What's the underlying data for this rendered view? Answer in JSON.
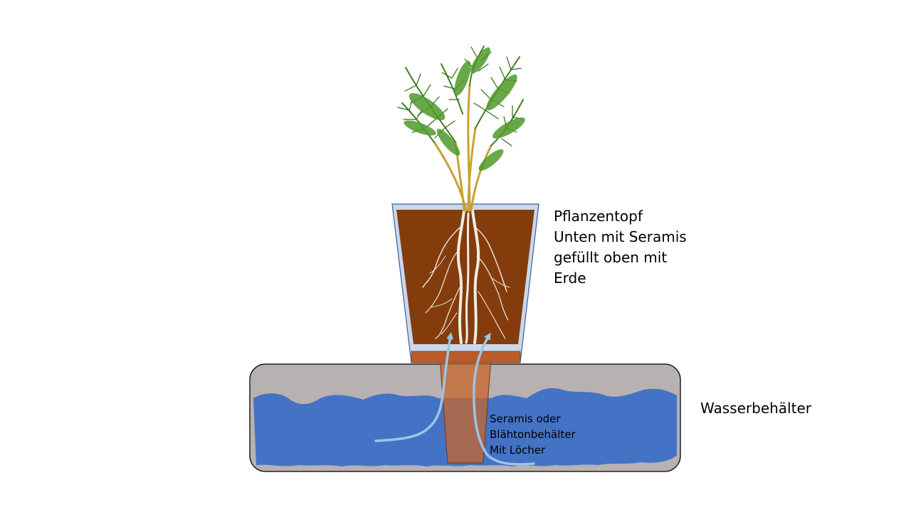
{
  "labels": {
    "pot": {
      "line1": "Pflanzentopf",
      "line2": "Unten mit Seramis",
      "line3": "gefüllt oben mit",
      "line4": "Erde"
    },
    "tank": "Wasserbehälter",
    "container": {
      "line1": "Seramis oder",
      "line2": "Blähtonbehälter",
      "line3": "Mit Löcher"
    }
  },
  "colors": {
    "tank_body": "#b7b1b1",
    "water": "#4472c4",
    "pot_rim": "#c9d8ee",
    "soil": "#843c0c",
    "seramis_layer": "#b85c2b",
    "inner_container": "#c5662a",
    "roots": "#f2ede4",
    "arrows": "#9dc3e6",
    "palm_leaves": "#3f7f1e"
  },
  "icons": [
    "palm-plant-icon",
    "root-icon",
    "water-flow-arrow-icon"
  ]
}
